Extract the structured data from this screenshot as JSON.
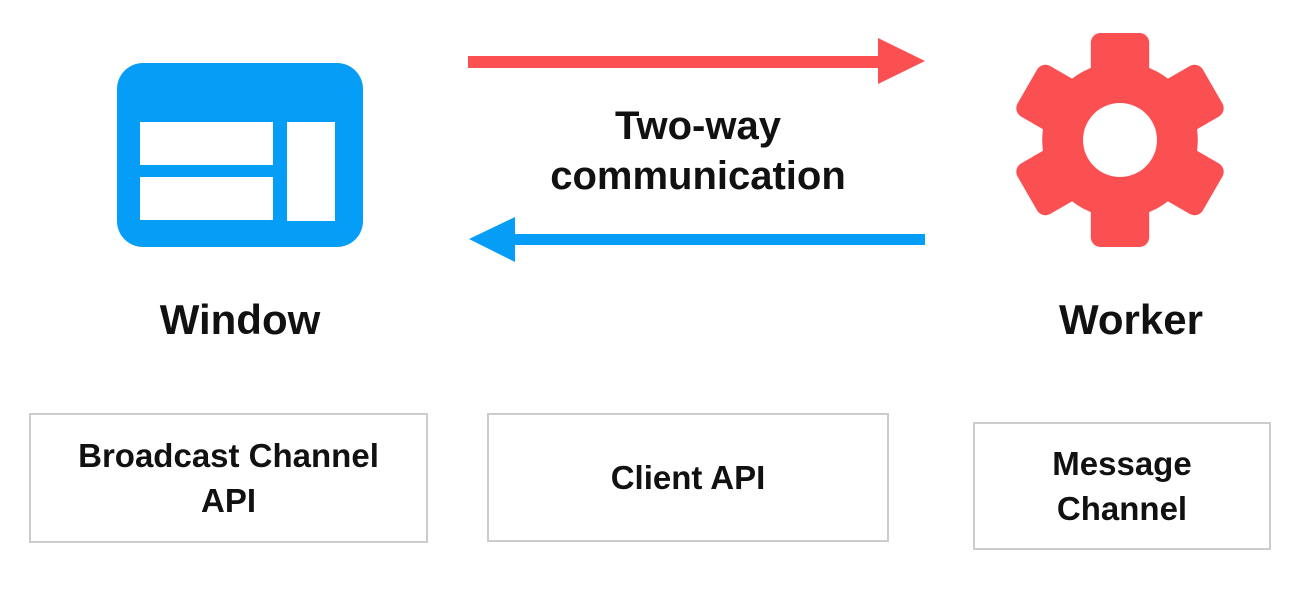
{
  "colors": {
    "blue": "#069df7",
    "red": "#fb5051",
    "text": "#111111",
    "border": "#cccccc",
    "bg": "#ffffff"
  },
  "nodes": {
    "window": {
      "label": "Window",
      "icon": "browser-window-icon"
    },
    "worker": {
      "label": "Worker",
      "icon": "gear-icon"
    }
  },
  "arrows": {
    "label": "Two-way communication",
    "top": {
      "direction": "right",
      "from": "Window",
      "to": "Worker",
      "color": "#fb5051"
    },
    "bottom": {
      "direction": "left",
      "from": "Worker",
      "to": "Window",
      "color": "#069df7"
    }
  },
  "boxes": [
    {
      "label": "Broadcast Channel API"
    },
    {
      "label": "Client API"
    },
    {
      "label": "Message Channel"
    }
  ]
}
